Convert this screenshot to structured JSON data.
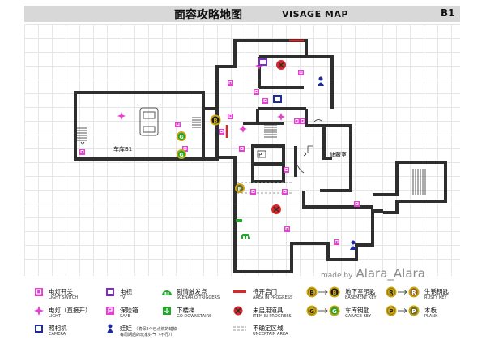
{
  "header": {
    "title_cn": "面容攻略地图",
    "title_en": "VISAGE  MAP",
    "floor": "B1"
  },
  "map": {
    "rooms": {
      "garage": "车库B1",
      "storage": "储藏室"
    },
    "markers": {
      "key_basement": "B",
      "key_garage": "G",
      "key_plank": "P"
    }
  },
  "credit": {
    "made_by": "made by",
    "author": "Alara_Alara"
  },
  "legend": {
    "light_switch": {
      "cn": "电灯开关",
      "en": "LIGHT SWITCH"
    },
    "light": {
      "cn": "电灯（直接开）",
      "en": "LIGHT"
    },
    "camera": {
      "cn": "照相机",
      "en": "CAMERA"
    },
    "tv": {
      "cn": "电视",
      "en": "TV"
    },
    "safe": {
      "cn": "保险箱",
      "en": "SAFE"
    },
    "doll": {
      "cn": "娃娃",
      "note": "（确保2个已点燃的蜡烛",
      "en": "每周期后的玩家好气（不行））"
    },
    "scenario": {
      "cn": "剧情触发点",
      "en": "SCENARIO TRIGGERS"
    },
    "downstairs": {
      "cn": "下楼梯",
      "en": "GO DOWNSTAIRS"
    },
    "area_progress": {
      "cn": "待开启门",
      "en": "AREA IN PROGRESS"
    },
    "item_progress": {
      "cn": "未启用道具",
      "en": "ITEM IN PROGRESS"
    },
    "uncertain": {
      "cn": "不确定区域",
      "en": "UNCERTAIN AREA"
    },
    "basement_key": {
      "cn": "地下室钥匙",
      "en": "BASEMENT KEY",
      "from": "B",
      "to": "B"
    },
    "garage_key": {
      "cn": "车库钥匙",
      "en": "GARAGE KEY",
      "from": "G",
      "to": "G"
    },
    "rusty_key": {
      "cn": "生锈钥匙",
      "en": "RUSTY KEY",
      "from": "R",
      "to": "R"
    },
    "plank": {
      "cn": "木板",
      "en": "PLANK",
      "from": "P",
      "to": "P"
    }
  },
  "colors": {
    "wall": "#2e2e2e",
    "switch": "#e63fd1",
    "tv": "#7b2fbe",
    "camera": "#1b2c9a",
    "key_gold": "#c9a612",
    "scenario": "#22a52a",
    "red": "#d9262a"
  }
}
